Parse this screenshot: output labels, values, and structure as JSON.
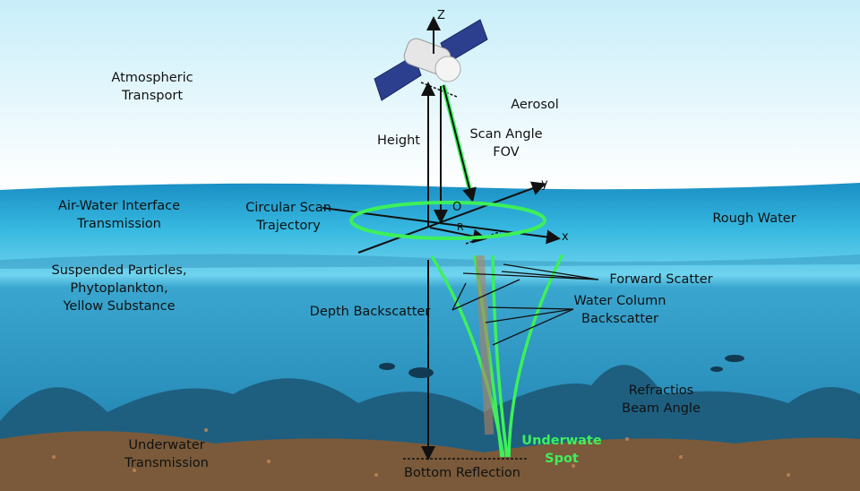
{
  "labels": {
    "atmospheric_transport": [
      "Atmospheric",
      "Transport"
    ],
    "aerosol": "Aerosol",
    "height": "Height",
    "scan_angle": [
      "Scan Angle",
      "FOV"
    ],
    "air_water": [
      "Air-Water Interface",
      "Transmission"
    ],
    "circular_scan": [
      "Circular Scan",
      "Trajectory"
    ],
    "rough_water": "Rough Water",
    "suspended": [
      "Suspended Particles,",
      "Phytoplankton,",
      "Yellow Substance"
    ],
    "forward_scatter": "Forward Scatter",
    "water_column": [
      "Water Column",
      "Backscatter"
    ],
    "depth_backscatter": "Depth Backscatter",
    "refraction": [
      "Refractios",
      "Beam Angle"
    ],
    "underwater_transmission": [
      "Underwater",
      "Transmission"
    ],
    "underwater_spot": [
      "Underwate",
      "Spot"
    ],
    "bottom_reflection": "Bottom Reflection"
  },
  "axes": {
    "z": "Z",
    "o": "O",
    "r": "R",
    "x": "x",
    "y": "y"
  },
  "colors": {
    "beam": "#3df05a",
    "sky": "#d6f3fb",
    "water": "#2aa8d6",
    "deep": "#1f7fa8",
    "seabed": "#7a5a3a"
  }
}
